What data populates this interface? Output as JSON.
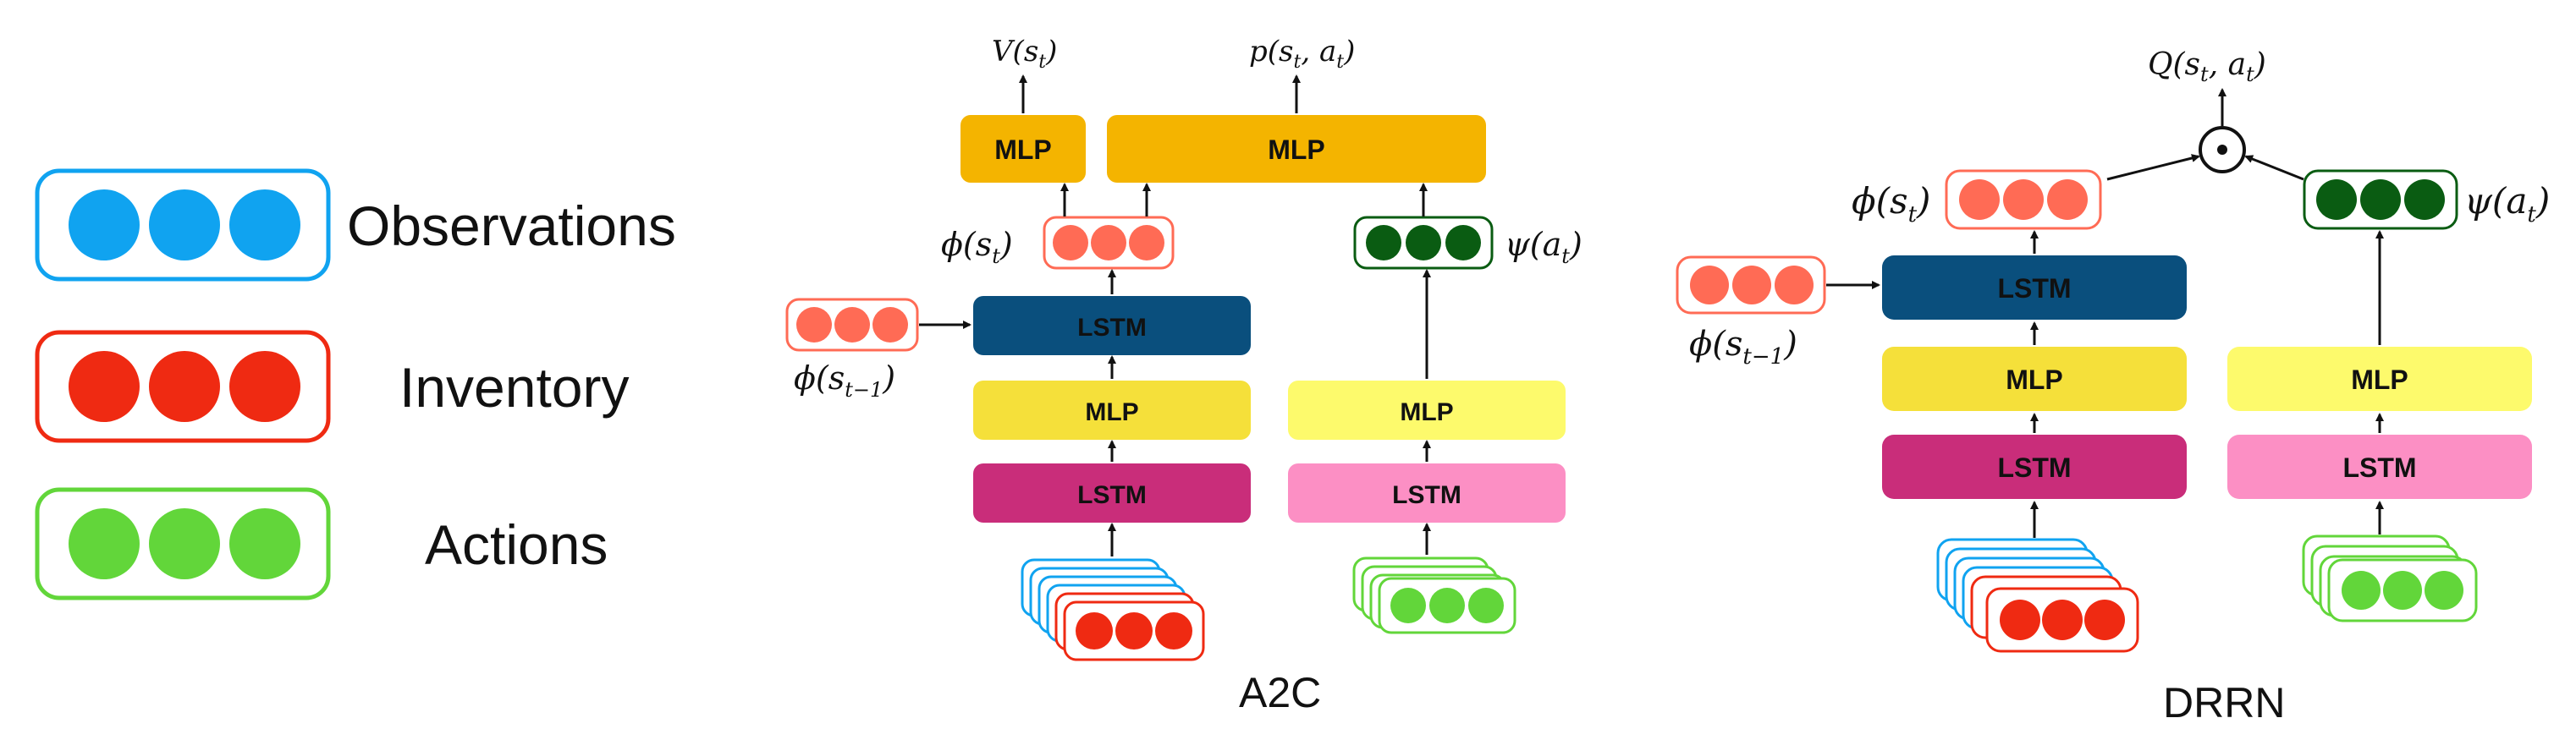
{
  "legend": {
    "observations": "Observations",
    "inventory": "Inventory",
    "actions": "Actions"
  },
  "colors": {
    "observations": "#10a3f0",
    "inventory": "#ef2a12",
    "actions": "#62d63a",
    "state_embedding": "#ff6b55",
    "action_embedding": "#0a5c12",
    "lstm_recurrent": "#0a4f7d",
    "mlp_state": "#f5e03a",
    "mlp_action": "#fdfa6c",
    "lstm_state": "#c92d7a",
    "lstm_action": "#fc8fc4",
    "mlp_head": "#f4b400"
  },
  "a2c": {
    "title": "A2C",
    "value_label": "V(s",
    "value_sub": "t",
    "policy_label": "p(s",
    "policy_sub_s": "t",
    "policy_sep": ", a",
    "policy_sub_a": "t",
    "value_mlp": "MLP",
    "policy_mlp": "MLP",
    "lstm_recurrent": "LSTM",
    "state_mlp": "MLP",
    "state_lstm": "LSTM",
    "action_mlp": "MLP",
    "action_lstm": "LSTM",
    "phi_st_label": "ϕ(s",
    "phi_st_sub": "t",
    "phi_prev_label": "ϕ(s",
    "phi_prev_sub": "t−1",
    "psi_label": "ψ(a",
    "psi_sub": "t"
  },
  "drrn": {
    "title": "DRRN",
    "q_label": "Q(s",
    "q_sub_s": "t",
    "q_sep": ", a",
    "q_sub_a": "t",
    "lstm_recurrent": "LSTM",
    "state_mlp": "MLP",
    "state_lstm": "LSTM",
    "action_mlp": "MLP",
    "action_lstm": "LSTM",
    "phi_st_label": "ϕ(s",
    "phi_st_sub": "t",
    "phi_prev_label": "ϕ(s",
    "phi_prev_sub": "t−1",
    "psi_label": "ψ(a",
    "psi_sub": "t"
  }
}
